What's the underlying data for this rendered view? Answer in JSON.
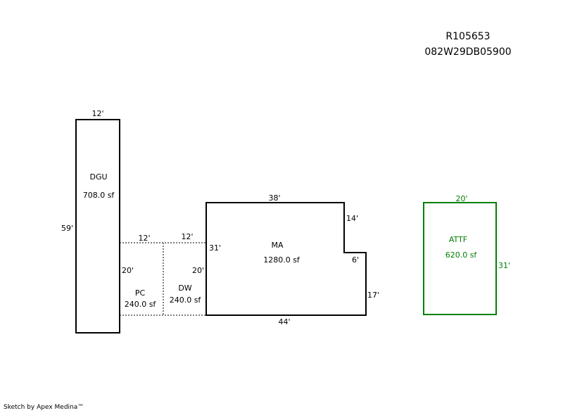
{
  "header": {
    "parcel_id": "R105653",
    "account_id": "082W29DB05900"
  },
  "colors": {
    "default_stroke": "#000000",
    "attf_stroke": "#008000",
    "dotted_stroke": "#808080"
  },
  "areas": {
    "dgu": {
      "code": "DGU",
      "area": "708.0 sf",
      "dims": {
        "top": "12'",
        "left": "59'"
      }
    },
    "pc": {
      "code": "PC",
      "area": "240.0 sf",
      "dims": {
        "top": "12'",
        "left": "20'"
      }
    },
    "dw": {
      "code": "DW",
      "area": "240.0 sf",
      "dims": {
        "top": "12'",
        "right": "20'"
      }
    },
    "ma": {
      "code": "MA",
      "area": "1280.0 sf",
      "dims": {
        "top": "38'",
        "upper_right": "14'",
        "step": "6'",
        "lower_right": "17'",
        "bottom": "44'",
        "left": "31'"
      }
    },
    "attf": {
      "code": "ATTF",
      "area": "620.0 sf",
      "dims": {
        "top": "20'",
        "right": "31'"
      }
    }
  },
  "footer": {
    "credit": "Sketch by Apex Medina™"
  }
}
